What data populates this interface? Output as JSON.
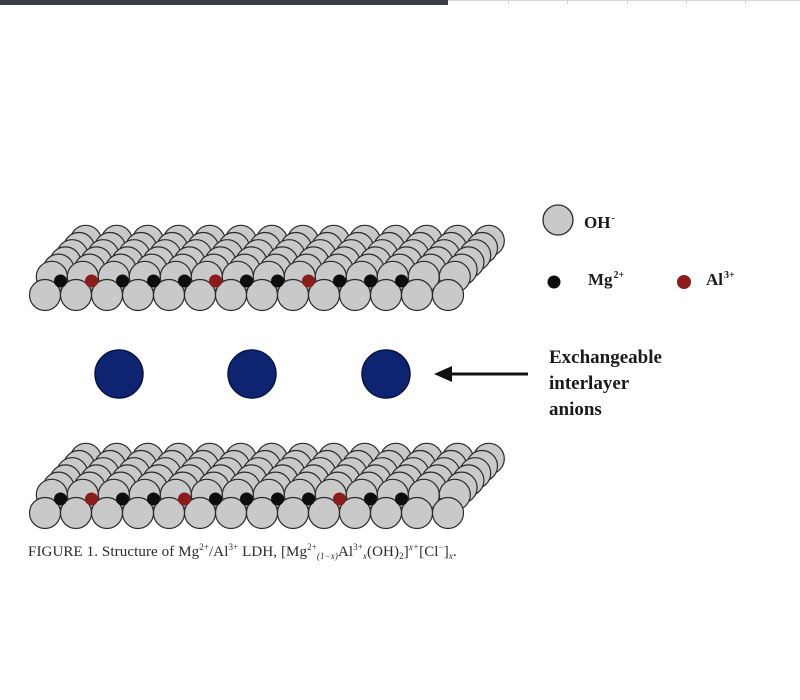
{
  "legend": {
    "oh_label": "OH",
    "oh_sup": "-",
    "mg_label": "Mg",
    "mg_sup": "2+",
    "al_label": "Al",
    "al_sup": "3+"
  },
  "anion_label": {
    "line1": "Exchangeable",
    "line2": "interlayer",
    "line3": "anions"
  },
  "caption": {
    "prefix": "FIGURE 1. Structure of Mg",
    "mg_charge": "2+",
    "slash": "/Al",
    "al_charge": "3+",
    "ldh": " LDH, [Mg",
    "mg_charge2": "2+",
    "sub_1mx": "(1−x)",
    "al2": "Al",
    "al_charge2": "3+",
    "sub_x": "x",
    "oh2": "(OH)",
    "sub_2": "2",
    "bracket": "]",
    "sup_xplus": "x+",
    "cl_open": "[Cl",
    "cl_sup": "−",
    "cl_close": "]",
    "sub_x2": "x",
    "period": "."
  },
  "colors": {
    "sphere_fill": "#c9c9c9",
    "sphere_stroke": "#2b2b2b",
    "mg_color": "#0d0d0d",
    "al_color": "#8b1c1c",
    "anion_color": "#0f2470",
    "topbar": "#3b3f47"
  }
}
